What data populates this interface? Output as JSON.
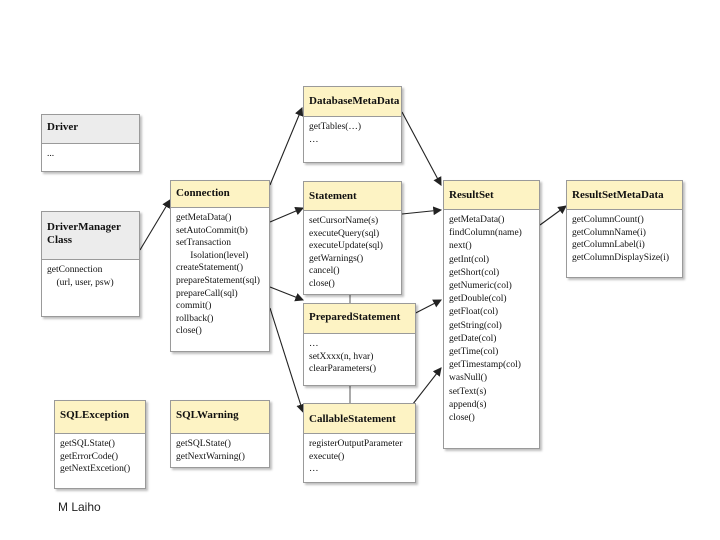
{
  "classes": {
    "driver": {
      "name": "Driver",
      "members": [
        "..."
      ]
    },
    "driver_manager": {
      "name": "DriverManager\nClass",
      "members": [
        "getConnection",
        "    (url, user, psw)"
      ]
    },
    "connection": {
      "name": "Connection",
      "members": [
        "getMetaData()",
        "setAutoCommit(b)",
        "setTransaction",
        "      Isolation(level)",
        "createStatement()",
        "prepareStatement(sql)",
        "prepareCall(sql)",
        "commit()",
        "rollback()",
        "close()"
      ]
    },
    "database_meta_data": {
      "name": "DatabaseMetaData",
      "members": [
        "getTables(…)",
        "…"
      ]
    },
    "statement": {
      "name": "Statement",
      "members": [
        "setCursorName(s)",
        "executeQuery(sql)",
        "executeUpdate(sql)",
        "getWarnings()",
        "cancel()",
        "close()"
      ]
    },
    "prepared_statement": {
      "name": "PreparedStatement",
      "members": [
        "…",
        "setXxxx(n, hvar)",
        "clearParameters()"
      ]
    },
    "callable_statement": {
      "name": "CallableStatement",
      "members": [
        "registerOutputParameter",
        "execute()",
        "…"
      ]
    },
    "result_set": {
      "name": "ResultSet",
      "members": [
        "getMetaData()",
        "findColumn(name)",
        "next()",
        "getInt(col)",
        "getShort(col)",
        "getNumeric(col)",
        "getDouble(col)",
        "getFloat(col)",
        "getString(col)",
        "getDate(col)",
        "getTime(col)",
        "getTimestamp(col)",
        "wasNull()",
        "setText(s)",
        "append(s)",
        "close()"
      ]
    },
    "result_set_meta_data": {
      "name": "ResultSetMetaData",
      "members": [
        "getColumnCount()",
        "getColumnName(i)",
        "getColumnLabel(i)",
        "getColumnDisplaySize(i)"
      ]
    },
    "sql_exception": {
      "name": "SQLException",
      "members": [
        "getSQLState()",
        "getErrorCode()",
        "getNextExcetion()"
      ]
    },
    "sql_warning": {
      "name": "SQLWarning",
      "members": [
        "getSQLState()",
        "getNextWarning()"
      ]
    }
  },
  "footer": {
    "author": "M Laiho"
  },
  "colors": {
    "header_yellow": "#fdf3c4",
    "header_grey": "#ececec",
    "border": "#9a9a9a"
  }
}
